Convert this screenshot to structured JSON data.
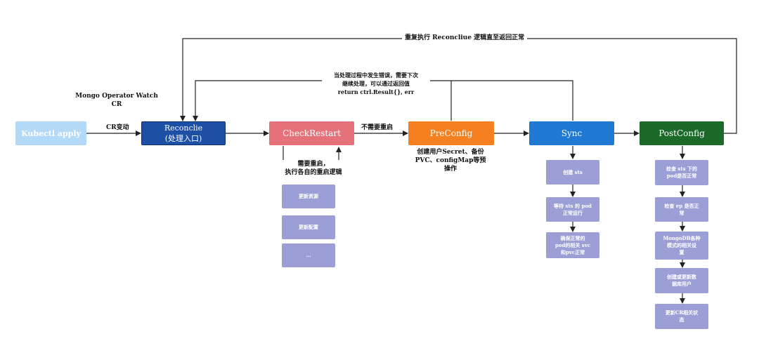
{
  "nodes": {
    "kubectl": "Kubectl apply",
    "reconclie": "Reconclie\n(处理入口)",
    "checkrestart": "CheckRestart",
    "preconfig": "PreConfig",
    "sync": "Sync",
    "postconfig": "PostConfig"
  },
  "labels": {
    "loop": "重复执行 Reconcliue 逻辑直至返回正常",
    "error": "当处理过程中发生错误，需要下次\n继续处理，可以通过返回值\nreturn ctrl.Result{}, err",
    "watch": "Mongo Operator Watch\nCR",
    "cr_change": "CR变动",
    "no_restart": "不需要重启",
    "need_restart": "需要重启，\n执行各自的重启逻辑",
    "preconfig_desc": "创建用户Secret、备份\nPVC、configMap等预\n操作"
  },
  "checkrestart_steps": [
    "更新资源",
    "更新配置",
    "..."
  ],
  "sync_steps": [
    "创建 sts",
    "等待 sts 的 pod\n正常运行",
    "确保正常的\npod的相关 svc\n和pvc正常"
  ],
  "postconfig_steps": [
    "检查 sts 下的\npod是否正常",
    "检查 ep 是否正\n常",
    "MongoDB各种\n模式的相关设\n置",
    "创建或更新数\n据库用户",
    "更新CR相关状\n态"
  ],
  "colors": {
    "kubectl": "#b3d9f7",
    "reconclie": "#1d4fa5",
    "checkrestart": "#e5727a",
    "preconfig": "#f5801f",
    "sync": "#1f78d1",
    "postconfig": "#1b6a2a",
    "step": "#9b9fd6"
  }
}
